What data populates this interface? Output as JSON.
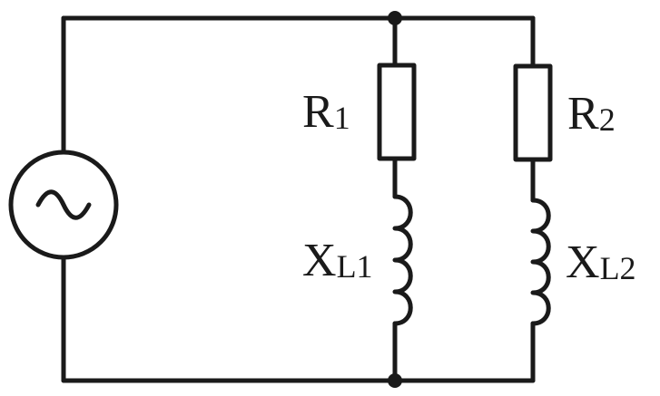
{
  "diagram": {
    "source": {
      "symbol": "~"
    },
    "branches": [
      {
        "resistor": {
          "label": "R",
          "subscript": "1"
        },
        "inductor": {
          "label": "X",
          "subscript": "L1"
        }
      },
      {
        "resistor": {
          "label": "R",
          "subscript": "2"
        },
        "inductor": {
          "label": "X",
          "subscript": "L2"
        }
      }
    ]
  }
}
